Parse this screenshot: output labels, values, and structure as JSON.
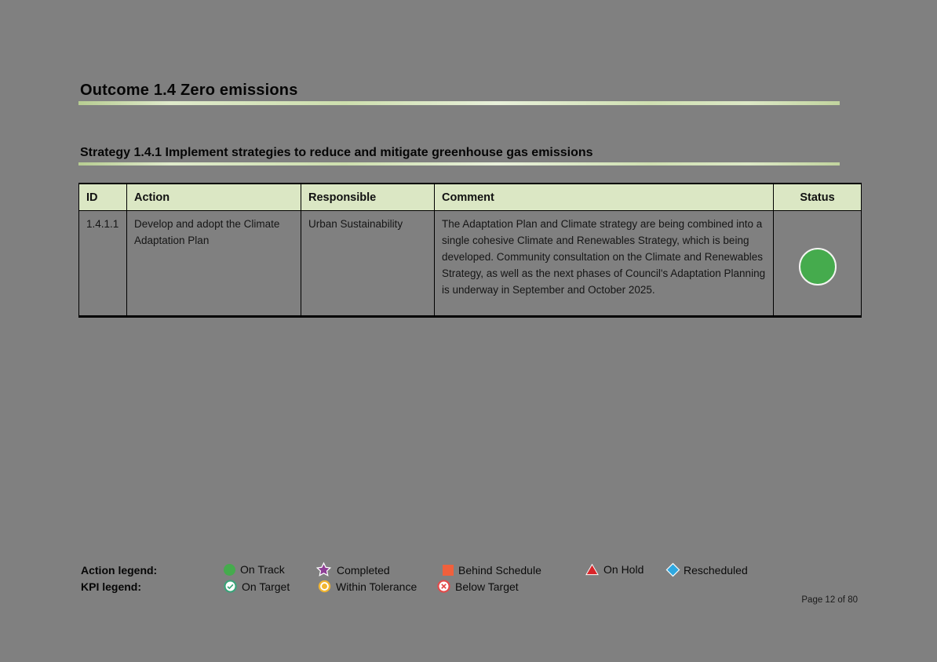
{
  "page": {
    "background": "#808080",
    "outcome_title": "Outcome 1.4 Zero emissions",
    "strategy_title": "Strategy 1.4.1 Implement strategies to reduce and mitigate greenhouse gas emissions",
    "page_number": "Page 12 of 80"
  },
  "table": {
    "header_bg": "#dbe7c4",
    "headers": [
      "ID",
      "Action",
      "Responsible",
      "Comment",
      "Status"
    ],
    "rows": [
      {
        "id": "1.4.1.1",
        "action": "Develop and adopt the Climate Adaptation Plan",
        "responsible": "Urban Sustainability",
        "comment": "The Adaptation Plan and Climate strategy are being combined into a single cohesive Climate and Renewables Strategy, which is being developed. Community consultation on the Climate and Renewables Strategy, as well as the next phases of Council's Adaptation Planning is underway in September and October 2025.",
        "status": "on-track",
        "status_color": "#45ab4d"
      }
    ]
  },
  "legend": {
    "action_label": "Action legend:",
    "kpi_label": "KPI legend:",
    "action_items": [
      {
        "label": "On Track",
        "icon": "circle-icon",
        "color": "#45ab4d"
      },
      {
        "label": "Completed",
        "icon": "star-icon",
        "color": "#8e3f96"
      },
      {
        "label": "Behind Schedule",
        "icon": "square-icon",
        "color": "#f0603c"
      },
      {
        "label": "On Hold",
        "icon": "triangle-icon",
        "color": "#d9252a"
      },
      {
        "label": "Rescheduled",
        "icon": "diamond-icon",
        "color": "#2fa8e0"
      }
    ],
    "kpi_items": [
      {
        "label": "On Target",
        "icon": "check-circle-icon",
        "color": "#3aa379"
      },
      {
        "label": "Within Tolerance",
        "icon": "bullseye-circle-icon",
        "color": "#f2b531"
      },
      {
        "label": "Below Target",
        "icon": "x-circle-icon",
        "color": "#e34b4b"
      }
    ]
  }
}
